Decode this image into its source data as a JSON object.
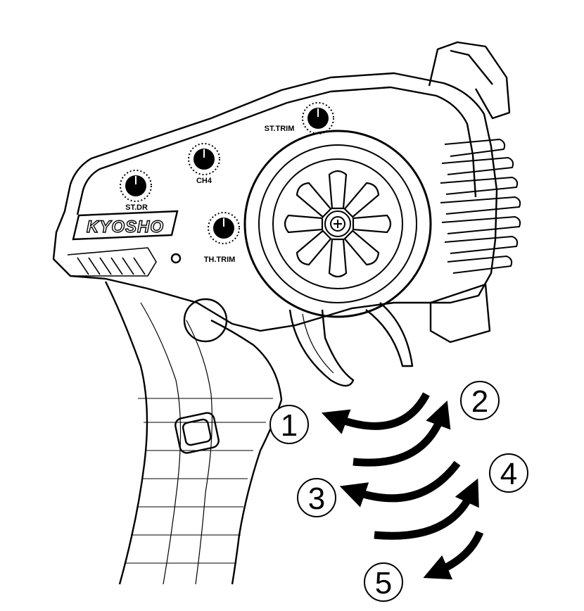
{
  "brand": {
    "logo_text": "KYOSHO"
  },
  "dials": {
    "st_trim": "ST.TRIM",
    "ch4": "CH4",
    "st_dr": "ST.DR",
    "th_trim": "TH.TRIM"
  },
  "steps": [
    "1",
    "2",
    "3",
    "4",
    "5"
  ],
  "colors": {
    "line": "#000000",
    "background": "#ffffff"
  }
}
